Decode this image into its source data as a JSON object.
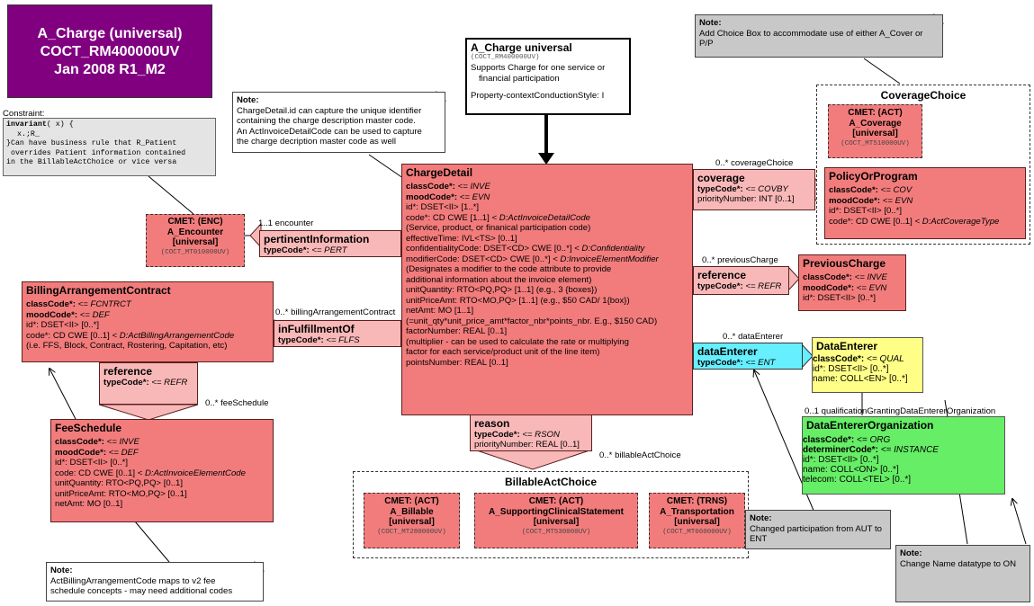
{
  "title_box": {
    "line1": "A_Charge (universal)",
    "line2": "COCT_RM400000UV",
    "line3": "Jan 2008 R1_M2"
  },
  "entry": {
    "title": "A_Charge universal",
    "code": "(COCT_RM400000UV)",
    "desc1": "Supports Charge for one service or",
    "desc2": "financial participation",
    "style": "Property-contextConductionStyle: I"
  },
  "note_choice": {
    "head": "Note:",
    "text": "Add Choice Box to accommodate use of either A_Cover or P/P"
  },
  "note_chargedetail": {
    "head": "Note:",
    "lines": [
      "ChargeDetail.id can capture the unique identifier",
      "containing the charge description master code.",
      "An ActInvoiceDetailCode can be used to capture",
      "the charge decription master code as well"
    ]
  },
  "constraint": {
    "label": "Constraint:",
    "l1a": "invariant",
    "l1b": "( x) {",
    "l2": "x.;R_",
    "l3": "}Can have business rule that R_Patient",
    "l4": " overrides Patient information contained",
    "l5": "in the BillableActChoice or vice versa"
  },
  "charge_detail": {
    "title": "ChargeDetail",
    "attrs": [
      [
        "classCode*: ",
        "<= INVE",
        "b"
      ],
      [
        "moodCode*: ",
        "<= EVN",
        "b"
      ],
      [
        "id*: DSET<II> [1..*]",
        "",
        ""
      ],
      [
        "code*: CD CWE [1..1] ",
        "< D:ActInvoiceDetailCode",
        ""
      ],
      [
        " (Service, product, or finanical participation code)",
        "",
        ""
      ],
      [
        "effectiveTime: IVL<TS> [0..1]",
        "",
        ""
      ],
      [
        "confidentialityCode: DSET<CD> CWE [0..*] ",
        "< D:Confidentiality",
        ""
      ],
      [
        "modifierCode: DSET<CD> CWE [0..*] ",
        "< D:InvoiceElementModifier",
        ""
      ],
      [
        " (Designates a modifier to the code attribute to provide",
        "",
        ""
      ],
      [
        " additional information about the invoice element)",
        "",
        ""
      ],
      [
        "unitQuantity: RTO<PQ,PQ> [1..1] (e.g., 3 {boxes})",
        "",
        ""
      ],
      [
        "unitPriceAmt: RTO<MO,PQ> [1..1] (e.g., $50 CAD/ 1{box})",
        "",
        ""
      ],
      [
        "netAmt: MO [1..1]",
        "",
        ""
      ],
      [
        " (=unit_qty*unit_price_amt*factor_nbr*points_nbr. E.g., $150 CAD)",
        "",
        ""
      ],
      [
        "factorNumber: REAL [0..1]",
        "",
        ""
      ],
      [
        " (multiplier - can be used to calculate the rate or multiplying",
        "",
        ""
      ],
      [
        " factor for each service/product unit of the line item)",
        "",
        ""
      ],
      [
        "pointsNumber: REAL [0..1]",
        "",
        ""
      ]
    ]
  },
  "coverage_choice": {
    "title": "CoverageChoice"
  },
  "cmet_coverage": {
    "l1": "CMET: (ACT)",
    "l2": "A_Coverage",
    "l3": "[universal]",
    "l4": "(COCT_MT510000UV)"
  },
  "policy": {
    "title": "PolicyOrProgram",
    "attrs": [
      [
        "classCode*: ",
        "<= COV",
        "b"
      ],
      [
        "moodCode*: ",
        "<= EVN",
        "b"
      ],
      [
        "id*: DSET<II> [0..*]",
        "",
        ""
      ],
      [
        "code*: CD CWE [0..1] ",
        "< D:ActCoverageType",
        ""
      ]
    ]
  },
  "coverage_link": {
    "title": "coverage",
    "a1": "typeCode*: ",
    "a1v": "<= COVBY",
    "a2": "priorityNumber: INT [0..1]",
    "mult": "0..* coverageChoice"
  },
  "previous_charge": {
    "title": "PreviousCharge",
    "attrs": [
      [
        "classCode*: ",
        "<= INVE",
        "b"
      ],
      [
        "moodCode*: ",
        "<= EVN",
        "b"
      ],
      [
        "id*: DSET<II> [0..*]",
        "",
        ""
      ]
    ]
  },
  "reference_link": {
    "title": "reference",
    "a1": "typeCode*: ",
    "a1v": "<= REFR",
    "mult": "0..* previousCharge"
  },
  "cmet_encounter": {
    "l1": "CMET: (ENC)",
    "l2": "A_Encounter",
    "l3": "[universal]",
    "l4": "(COCT_MT010000UV)"
  },
  "pertinent_link": {
    "title": "pertinentInformation",
    "a1": "typeCode*: ",
    "a1v": "<= PERT",
    "mult": "1..1 encounter"
  },
  "billing": {
    "title": "BillingArrangementContract",
    "attrs": [
      [
        "classCode*: ",
        "<= FCNTRCT",
        "b"
      ],
      [
        "moodCode*: ",
        "<= DEF",
        "b"
      ],
      [
        "id*: DSET<II> [0..*]",
        "",
        ""
      ],
      [
        "code*: CD CWE [0..1] ",
        "< D:ActBillingArrangementCode",
        ""
      ],
      [
        " (i.e. FFS, Block, Contract, Rostering, Capitation, etc)",
        "",
        ""
      ]
    ]
  },
  "fulfillment_link": {
    "title": "inFulfillmentOf",
    "a1": "typeCode*: ",
    "a1v": "<= FLFS",
    "mult": "0..* billingArrangementContract"
  },
  "fee_reference": {
    "title": "reference",
    "a1": "typeCode*: ",
    "a1v": "<= REFR",
    "mult": "0..* feeSchedule"
  },
  "fee_schedule": {
    "title": "FeeSchedule",
    "attrs": [
      [
        "classCode*: ",
        "<= INVE",
        "b"
      ],
      [
        "moodCode*: ",
        "<= DEF",
        "b"
      ],
      [
        "id*: DSET<II> [0..*]",
        "",
        ""
      ],
      [
        "code: CD CWE [0..1] ",
        "< D:ActInvoiceElementCode",
        ""
      ],
      [
        "unitQuantity: RTO<PQ,PQ> [0..1]",
        "",
        ""
      ],
      [
        "unitPriceAmt: RTO<MO,PQ> [0..1]",
        "",
        ""
      ],
      [
        "netAmt: MO [0..1]",
        "",
        ""
      ]
    ]
  },
  "note_fee": {
    "head": "Note:",
    "l1": "ActBillingArrangementCode maps to v2 fee",
    "l2": "schedule concepts  - may need additional codes"
  },
  "reason_link": {
    "title": "reason",
    "a1": "typeCode*: ",
    "a1v": "<= RSON",
    "a2": "priorityNumber: REAL [0..1]",
    "mult": "0..* billableActChoice"
  },
  "billable_choice": {
    "title": "BillableActChoice"
  },
  "cmet_billable": {
    "l1": "CMET: (ACT)",
    "l2": "A_Billable",
    "l3": "[universal]",
    "l4": "(COCT_MT280000UV)"
  },
  "cmet_clinical": {
    "l1": "CMET: (ACT)",
    "l2": "A_SupportingClinicalStatement",
    "l3": "[universal]",
    "l4": "(COCT_MT530000UV)"
  },
  "cmet_transport": {
    "l1": "CMET: (TRNS)",
    "l2": "A_Transportation",
    "l3": "[universal]",
    "l4": "(COCT_MT060000UV)"
  },
  "data_enterer_link": {
    "title": "dataEnterer",
    "a1": "typeCode*: ",
    "a1v": "<= ENT",
    "mult": "0..* dataEnterer"
  },
  "data_enterer": {
    "title": "DataEnterer",
    "attrs": [
      [
        "classCode*: ",
        "<= QUAL",
        "b"
      ],
      [
        "id*: DSET<II> [0..*]",
        "",
        ""
      ],
      [
        "name: COLL<EN> [0..*]",
        "",
        ""
      ]
    ]
  },
  "org_mult": "0..1 qualificationGrantingDataEntererOrganization",
  "data_org": {
    "title": "DataEntererOrganization",
    "attrs": [
      [
        "classCode*: ",
        "<= ORG",
        "b"
      ],
      [
        "determinerCode*: ",
        "<= INSTANCE",
        "b"
      ],
      [
        "id*: DSET<II> [0..*]",
        "",
        ""
      ],
      [
        "name: COLL<ON> [0..*]",
        "",
        ""
      ],
      [
        "telecom: COLL<TEL> [0..*]",
        "",
        ""
      ]
    ]
  },
  "note_ent": {
    "head": "Note:",
    "text": "Changed participation from AUT to ENT"
  },
  "note_on": {
    "head": "Note:",
    "text": "Change Name datatype to ON"
  }
}
